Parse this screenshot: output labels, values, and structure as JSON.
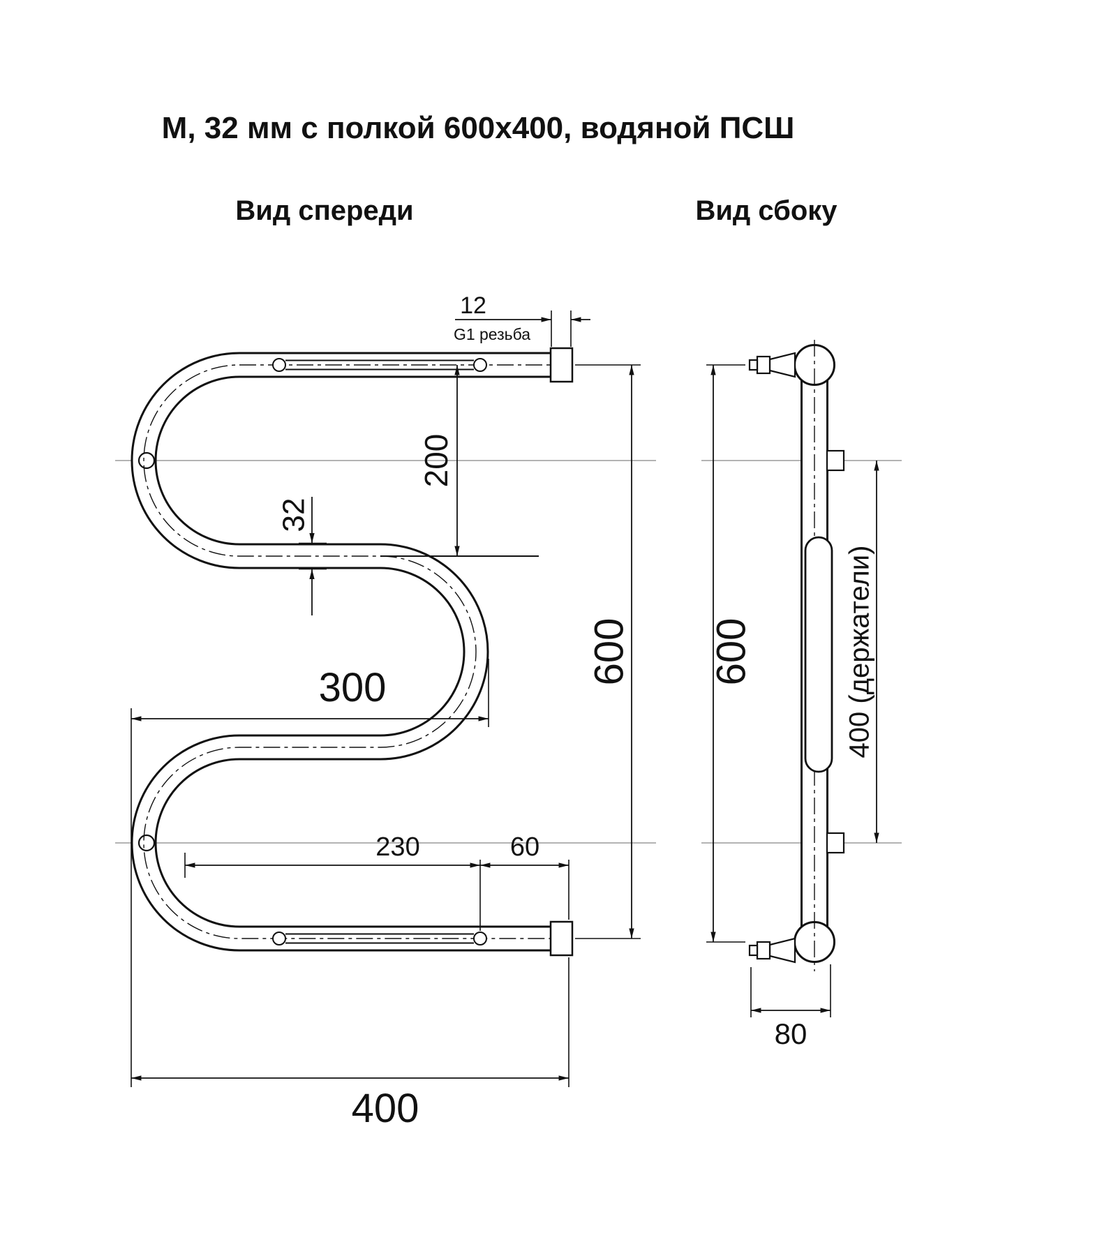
{
  "title": "М, 32 мм с полкой 600х400, водяной ПСШ",
  "views": {
    "front_label": "Вид спереди",
    "side_label": "Вид сбоку"
  },
  "dimensions": {
    "thread_length": "12",
    "thread_type": "G1 резьба",
    "top_offset": "200",
    "pipe_diameter": "32",
    "middle_width": "300",
    "height_front": "600",
    "shelf_span": "230",
    "end_offset": "60",
    "total_width": "400",
    "height_side": "600",
    "holders_span": "400 (держатели)",
    "depth": "80"
  },
  "colors": {
    "line": "#111111",
    "axis": "#9a9a9a",
    "background": "#ffffff"
  }
}
